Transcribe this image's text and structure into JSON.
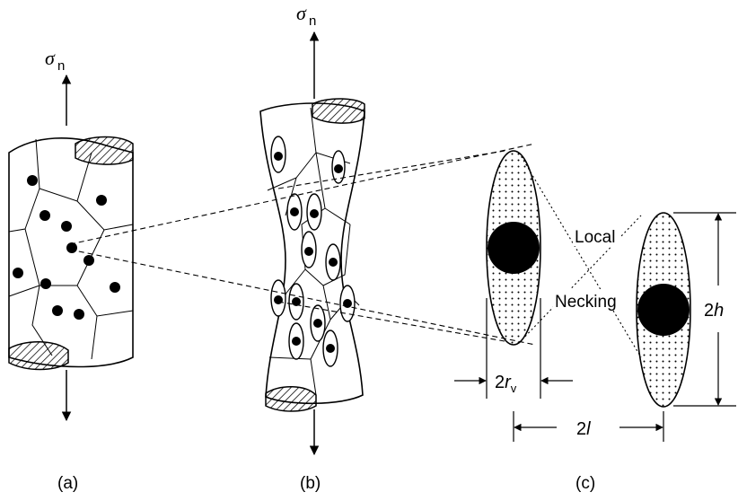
{
  "labels": {
    "sigma_a": "σ",
    "sigma_a_sub": "n",
    "sigma_b": "σ",
    "sigma_b_sub": "n",
    "caption_a": "(a)",
    "caption_b": "(b)",
    "caption_c": "(c)",
    "local": "Local",
    "necking": "Necking",
    "dim_2rv_num": "2",
    "dim_2rv_var": "r",
    "dim_2rv_sub": "v",
    "dim_2l_num": "2",
    "dim_2l_var": "l",
    "dim_2h_num": "2",
    "dim_2h_var": "h"
  }
}
